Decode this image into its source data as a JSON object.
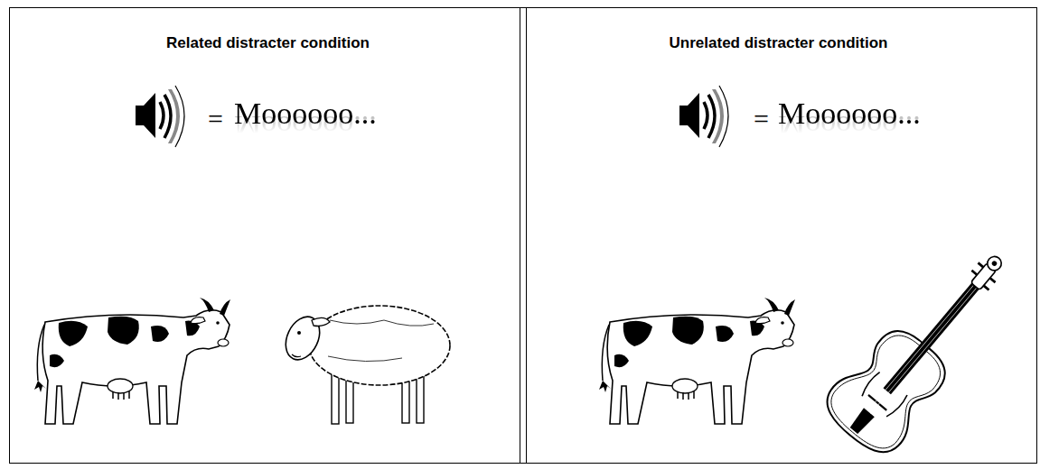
{
  "diagram": {
    "nodes": [
      {
        "text": [
          "Related distracter condition",
          "=",
          "Moooooo..."
        ]
      },
      {
        "text": [
          "Unrelated distracter condition",
          "=",
          "Moooooo..."
        ]
      }
    ]
  }
}
